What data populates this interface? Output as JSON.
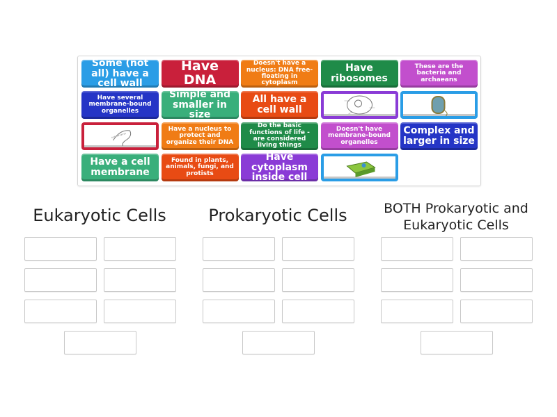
{
  "tiles": [
    {
      "text": "Some (not all) have a cell wall",
      "color": "#2a9de6",
      "size": "big"
    },
    {
      "text": "Have DNA",
      "color": "#c9203b",
      "size": "huge"
    },
    {
      "text": "Doesn't have a nucleus: DNA free-floating in cytoplasm",
      "color": "#f07c15",
      "size": "small"
    },
    {
      "text": "Have ribosomes",
      "color": "#1f8b48",
      "size": "big"
    },
    {
      "text": "These are the bacteria and archaeans",
      "color": "#c24fcd",
      "size": "small"
    },
    {
      "text": "Have several membrane-bound organelles",
      "color": "#2535c6",
      "size": "small"
    },
    {
      "text": "Simple and smaller in size",
      "color": "#39af7b",
      "size": "big"
    },
    {
      "text": "All have a cell wall",
      "color": "#e84b14",
      "size": "big"
    },
    {
      "image": "animal-cell-diagram",
      "color": "#8a3bd6"
    },
    {
      "image": "bacterium-image",
      "color": "#2a9de6"
    },
    {
      "image": "prokaryote-sketch",
      "color": "#c9203b"
    },
    {
      "text": "Have a nucleus to protect and organize their DNA",
      "color": "#f07c15",
      "size": "small"
    },
    {
      "text": "Do the basic functions of life - are considered living things",
      "color": "#1f8b48",
      "size": "small"
    },
    {
      "text": "Doesn't have membrane-bound organelles",
      "color": "#c24fcd",
      "size": "small"
    },
    {
      "text": "Complex and larger in size",
      "color": "#2535c6",
      "size": "big"
    },
    {
      "text": "Have a cell membrane",
      "color": "#39af7b",
      "size": "big"
    },
    {
      "text": "Found in plants, animals, fungi, and protists",
      "color": "#e84b14",
      "size": "small"
    },
    {
      "text": "Have cytoplasm inside cell",
      "color": "#8a3bd6",
      "size": "big"
    },
    {
      "image": "plant-cell-diagram",
      "color": "#2a9de6"
    }
  ],
  "groups": [
    {
      "title": "Eukaryotic Cells",
      "slots": 7
    },
    {
      "title": "Prokaryotic Cells",
      "slots": 7
    },
    {
      "title": "BOTH Prokaryotic and Eukaryotic Cells",
      "slots": 7
    }
  ]
}
